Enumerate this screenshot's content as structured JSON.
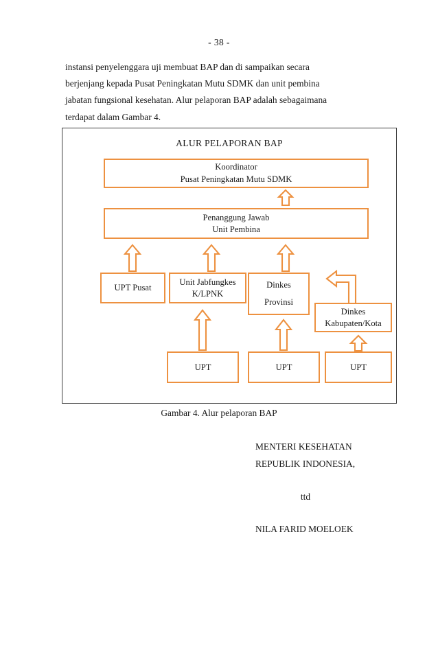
{
  "page": {
    "number_label": "- 38 -"
  },
  "paragraph": {
    "lines": [
      [
        "instansi",
        "penyelenggara",
        "uji",
        "membuat",
        "BAP",
        "dan",
        "di",
        "sampaikan",
        "secara"
      ],
      [
        "berjenjang",
        "kepada",
        "Pusat",
        "Peningkatan",
        "Mutu",
        "SDMK",
        "dan",
        "unit",
        "pembina"
      ],
      [
        "jabatan",
        "fungsional",
        "kesehatan.",
        "Alur",
        "pelaporan",
        "BAP",
        "adalah",
        "sebagaimana"
      ],
      [
        "terdapat dalam Gambar 4."
      ]
    ]
  },
  "diagram": {
    "title": "ALUR PELAPORAN BAP",
    "accent_color": "#ED9140",
    "frame_color": "#3A3A3A",
    "boxes": {
      "koordinator": {
        "line1": "Koordinator",
        "line2": "Pusat Peningkatan Mutu SDMK"
      },
      "penanggung": {
        "line1": "Penanggung Jawab",
        "line2": "Unit Pembina"
      },
      "upt_pusat": {
        "line1": "UPT Pusat"
      },
      "jabfungkes": {
        "line1": "Unit Jabfungkes",
        "line2": "K/LPNK"
      },
      "dinkes_provinsi": {
        "line1": "Dinkes",
        "line2": "Provinsi"
      },
      "dinkes_kabupaten": {
        "line1": "Dinkes",
        "line2": "Kabupaten/Kota"
      },
      "upt_1": {
        "line1": "UPT"
      },
      "upt_2": {
        "line1": "UPT"
      },
      "upt_3": {
        "line1": "UPT"
      }
    },
    "arrows": [
      {
        "name": "penanggung-to-koordinator",
        "direction": "up"
      },
      {
        "name": "upt-pusat-to-penanggung",
        "direction": "up"
      },
      {
        "name": "jabfungkes-to-penanggung",
        "direction": "up"
      },
      {
        "name": "dinkes-provinsi-to-penanggung",
        "direction": "up"
      },
      {
        "name": "upt1-to-jabfungkes",
        "direction": "up"
      },
      {
        "name": "upt2-to-dinkes-provinsi",
        "direction": "up"
      },
      {
        "name": "upt3-to-dinkes-kabupaten",
        "direction": "up"
      },
      {
        "name": "dinkes-kabupaten-to-dinkes-provinsi",
        "direction": "elbow-left"
      }
    ]
  },
  "figure_caption": "Gambar 4. Alur pelaporan BAP",
  "signature": {
    "line1": "MENTERI KESEHATAN",
    "line2": "REPUBLIK INDONESIA,",
    "ttd": "ttd",
    "name": "NILA FARID MOELOEK"
  }
}
